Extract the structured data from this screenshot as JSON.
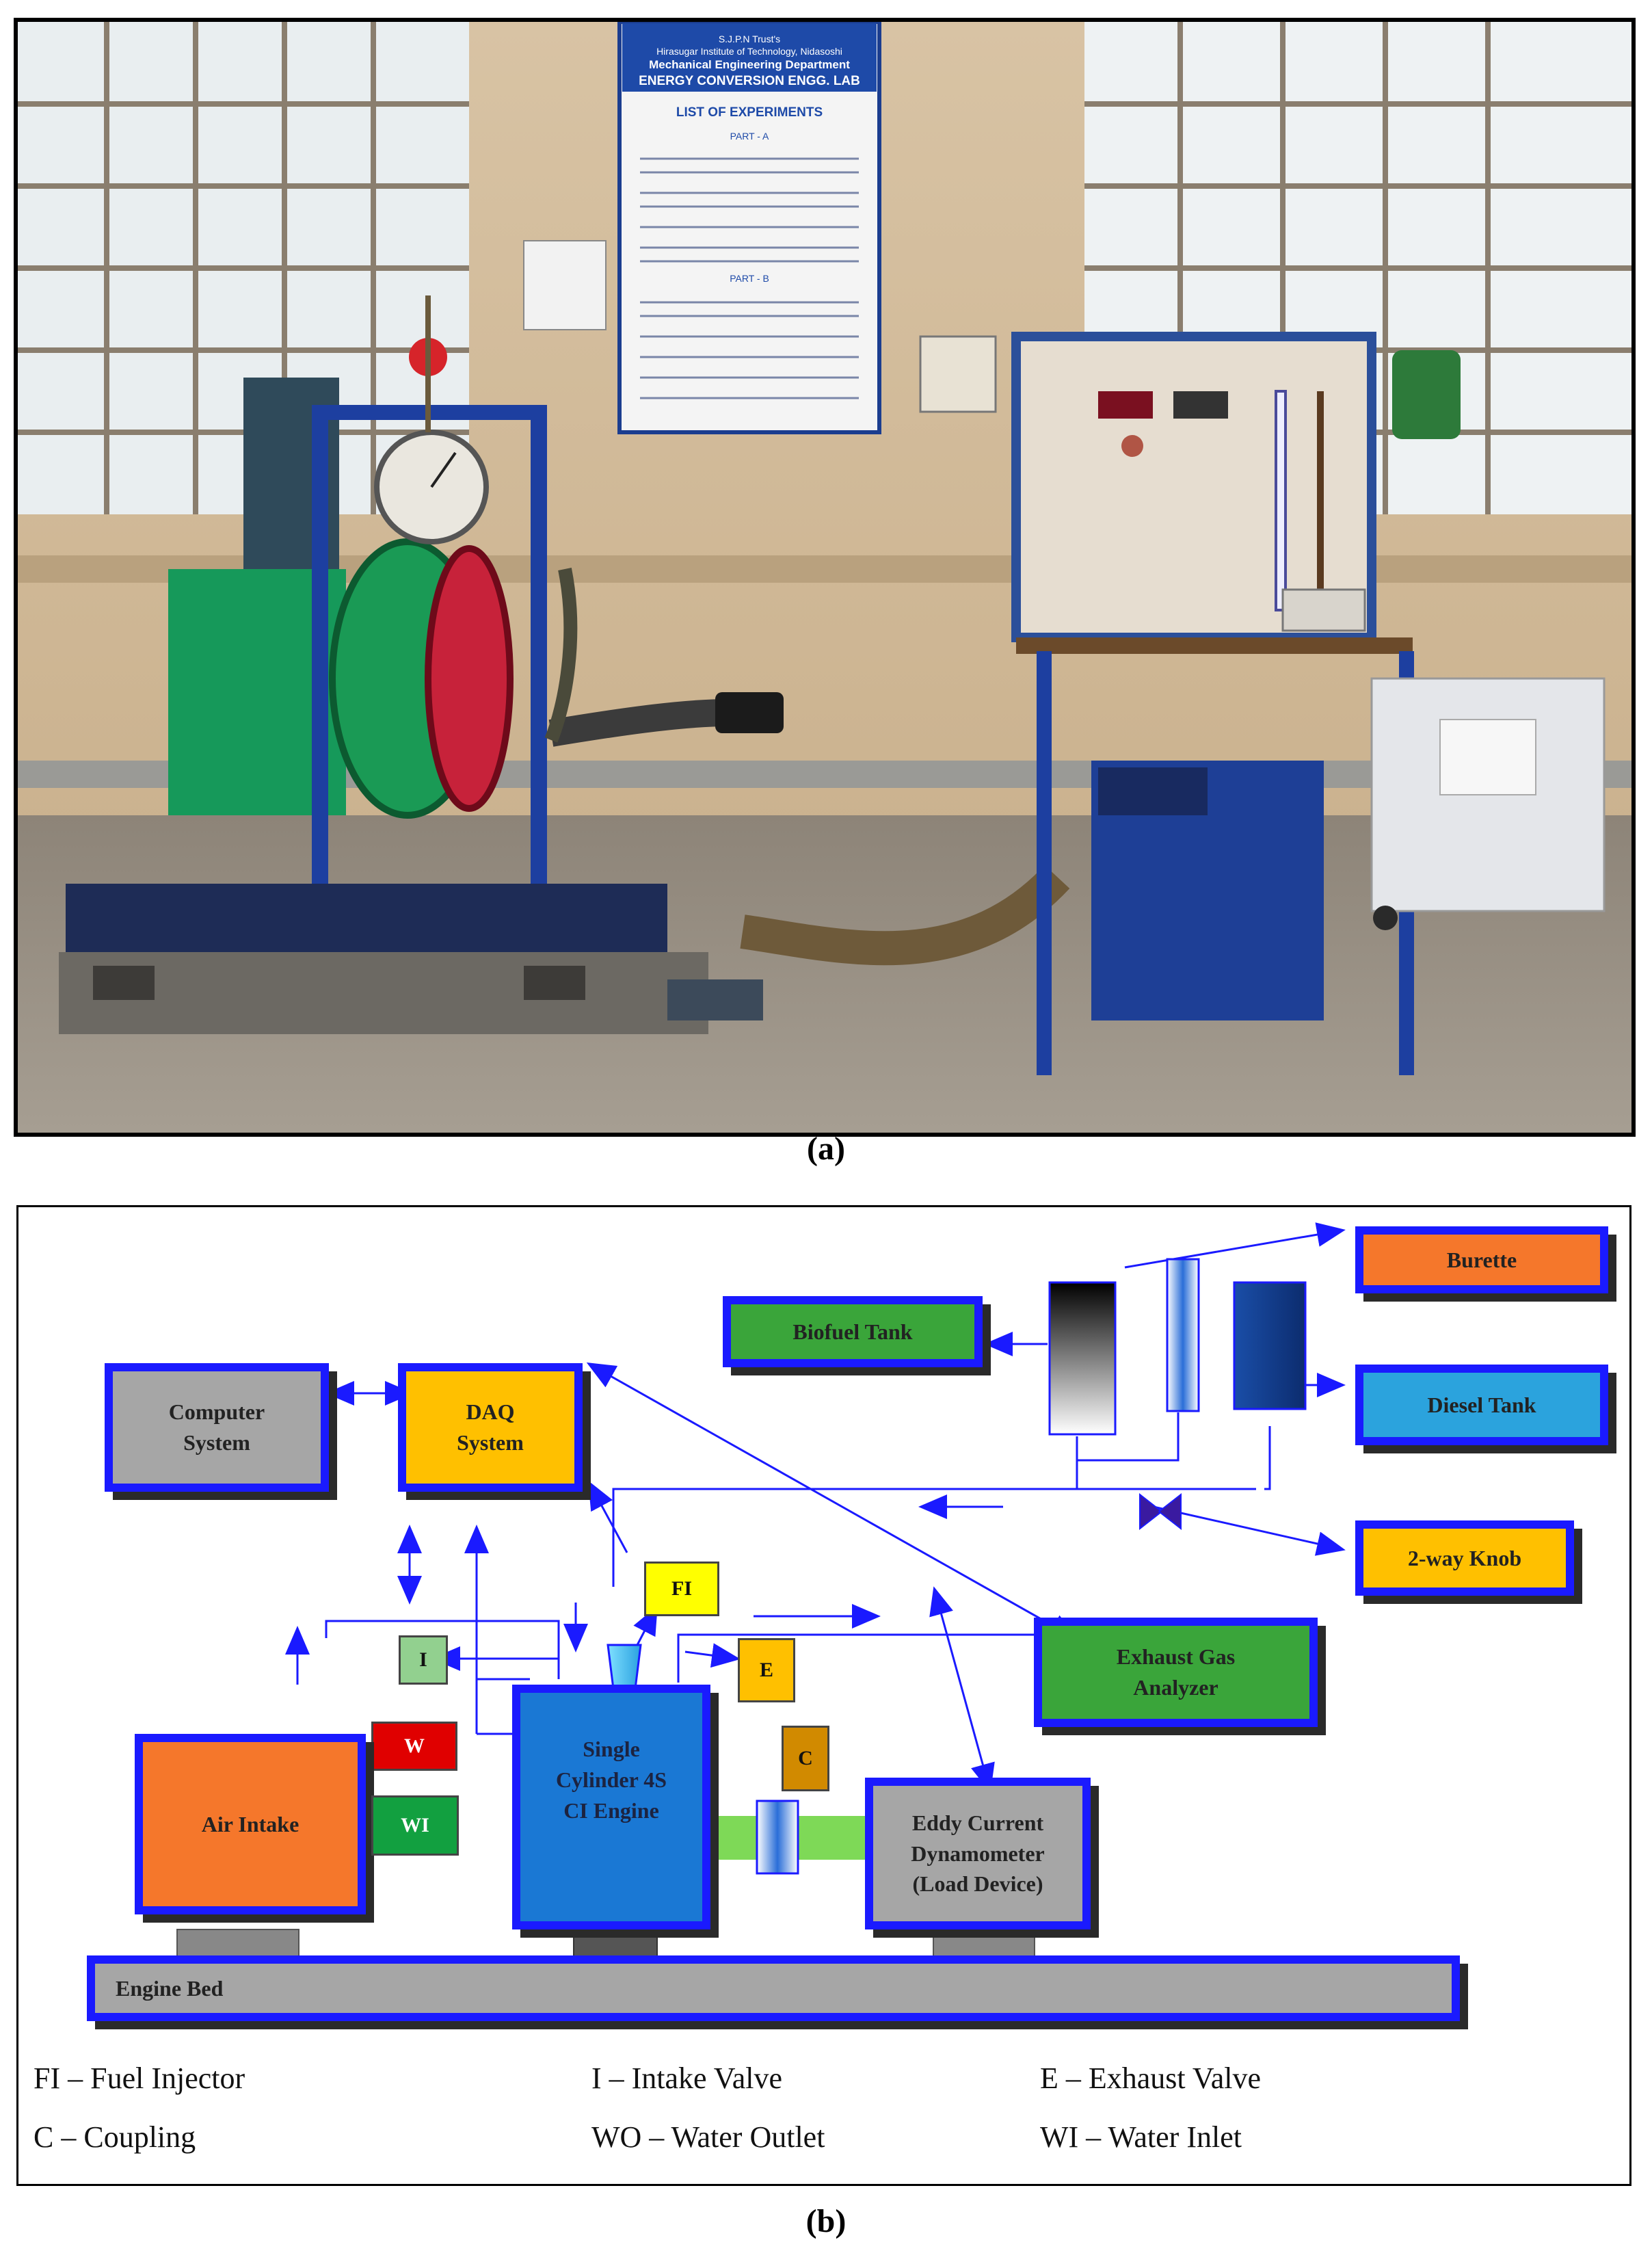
{
  "figure": {
    "caption_a": "(a)",
    "caption_b": "(b)"
  },
  "photo": {
    "board_lines": [
      "S.J.P.N Trust's",
      "Hirasugar Institute of Technology, Nidasoshi",
      "Mechanical Engineering Department",
      "ENERGY CONVERSION ENGG. LAB",
      "LIST OF EXPERIMENTS",
      "PART - A",
      "PART - B"
    ]
  },
  "diagram": {
    "boxes": {
      "burette": "Burette",
      "biofuel_tank": "Biofuel Tank",
      "diesel_tank": "Diesel Tank",
      "computer_system": "Computer\nSystem",
      "daq_system": "DAQ\nSystem",
      "two_way_knob": "2-way Knob",
      "fi": "FI",
      "exhaust_gas_analyzer": "Exhaust Gas\nAnalyzer",
      "i": "I",
      "e": "E",
      "w": "W",
      "c": "C",
      "air_intake": "Air Intake",
      "engine": "Single\nCylinder 4S\nCI Engine",
      "dynamometer": "Eddy Current\nDynamometer\n(Load Device)",
      "wi": "WI",
      "engine_bed": "Engine Bed"
    },
    "colors": {
      "border": "#1a1aff",
      "burette": "#f5772b",
      "biofuel_tank": "#3aa53a",
      "diesel_tank": "#2ba3dd",
      "computer_system": "#a6a6a6",
      "daq_system": "#ffc000",
      "two_way_knob": "#ffc000",
      "exhaust_gas_analyzer": "#3aa53a",
      "air_intake": "#f5772b",
      "engine": "#1a78d4",
      "dynamometer": "#a6a6a6",
      "engine_bed": "#a6a6a6",
      "fi": "#ffff00",
      "i": "#92d08f",
      "e": "#ffc000",
      "w": "#e00000",
      "c": "#d18a00",
      "wi": "#12a040",
      "shaft": "#7ed957"
    },
    "legend": [
      "FI – Fuel Injector",
      "I – Intake Valve",
      "E – Exhaust Valve",
      "C – Coupling",
      "WO – Water Outlet",
      "WI – Water Inlet"
    ]
  }
}
